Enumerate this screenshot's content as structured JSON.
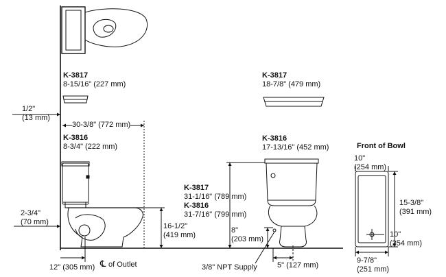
{
  "labels": {
    "k3817_top_left_model": "K-3817",
    "k3817_top_left_dim": "8-15/16\" (227 mm)",
    "k3817_top_right_model": "K-3817",
    "k3817_top_right_dim": "18-7/8\" (479 mm)",
    "offset_half_in": "1/2\"",
    "offset_half_mm": "(13 mm)",
    "width_30": "30-3/8\" (772 mm)",
    "k3816_left_model": "K-3816",
    "k3816_left_dim": "8-3/4\" (222 mm)",
    "k3816_right_model": "K-3816",
    "k3816_right_dim": "17-13/16\" (452 mm)",
    "front_of_bowl": "Front of Bowl",
    "front_10_in": "10\"",
    "front_10_mm": "(254 mm)",
    "h_k3817_model": "K-3817",
    "h_k3817_dim": "31-1/16\" (789 mm)",
    "h_k3816_model": "K-3816",
    "h_k3816_dim": "31-7/16\" (799 mm)",
    "left_234_in": "2-3/4\"",
    "left_234_mm": "(70 mm)",
    "seat_1612_in": "16-1/2\"",
    "seat_1612_mm": "(419 mm)",
    "supply_8_in": "8\"",
    "supply_8_mm": "(203 mm)",
    "rough_12": "12\" (305 mm)",
    "cl_symbol": "℄",
    "of_outlet": "of Outlet",
    "npt_supply": "3/8\" NPT Supply",
    "base_5": "5\" (127 mm)",
    "fb_1538_in": "15-3/8\"",
    "fb_1538_mm": "(391 mm)",
    "fb_10_in": "10\"",
    "fb_10_mm": "(254 mm)",
    "fb_978_in": "9-7/8\"",
    "fb_978_mm": "(251 mm)"
  }
}
